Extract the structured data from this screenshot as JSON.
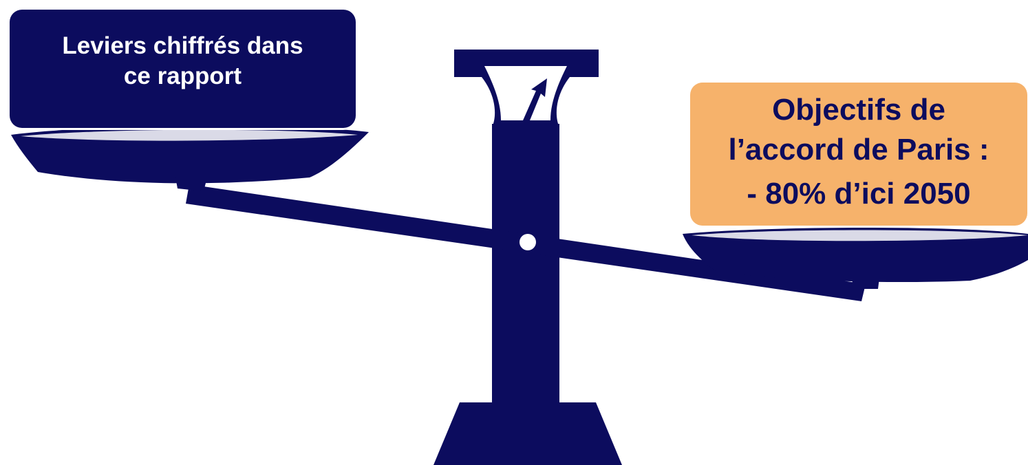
{
  "colors": {
    "scale": "#0c0c5e",
    "left_box_bg": "#0c0c5e",
    "left_box_text": "#ffffff",
    "right_box_bg": "#f6b26b",
    "right_box_text": "#0c0c5e"
  },
  "left_label": {
    "line1": "Leviers chiffrés dans",
    "line2": "ce rapport"
  },
  "right_label": {
    "line1": "Objectifs de",
    "line2": "l’accord de Paris :",
    "line3": "- 80% d’ici 2050"
  }
}
